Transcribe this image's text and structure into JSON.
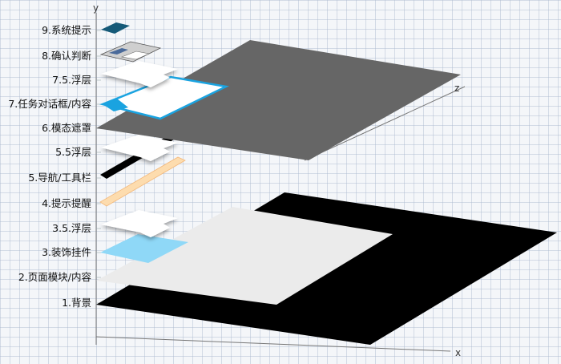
{
  "axes": {
    "x": "x",
    "y": "y",
    "z": "z"
  },
  "layers": [
    {
      "id": "L9",
      "label": "9.系统提示"
    },
    {
      "id": "L8",
      "label": "8.确认判断"
    },
    {
      "id": "L75",
      "label": "7.5.浮层"
    },
    {
      "id": "L7",
      "label": "7.任务对话框/内容"
    },
    {
      "id": "L6",
      "label": "6.模态遮罩"
    },
    {
      "id": "L55",
      "label": "5.5浮层"
    },
    {
      "id": "L5",
      "label": "5.导航/工具栏"
    },
    {
      "id": "L4",
      "label": "4.提示提醒"
    },
    {
      "id": "L35",
      "label": "3.5.浮层"
    },
    {
      "id": "L3",
      "label": "3.装饰挂件"
    },
    {
      "id": "L2",
      "label": "2.页面模块/内容"
    },
    {
      "id": "L1",
      "label": "1.背景"
    }
  ],
  "colors": {
    "background_layer": "#000000",
    "page_module": "#ebebeb",
    "decor_widget": "#8fd8f7",
    "hint_bar": "#fddcae",
    "nav_bar": "#000000",
    "modal_mask": "#666666",
    "dialog_border": "#1aa3e0",
    "system_hint": "#165a78"
  }
}
